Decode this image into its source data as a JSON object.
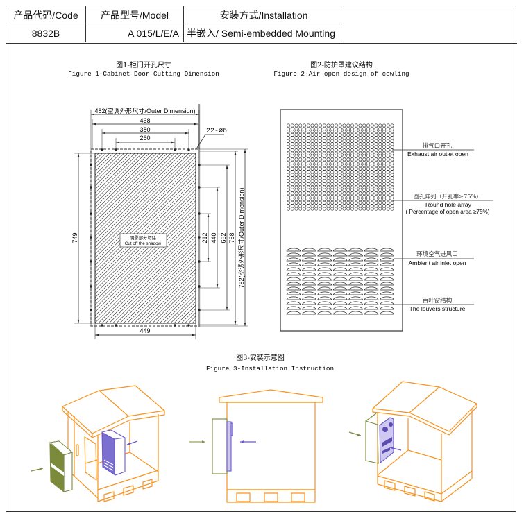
{
  "header": {
    "columns": [
      {
        "label": "产品代码/Code",
        "value": "8832B"
      },
      {
        "label": "产品型号/Model",
        "value": "A 015/L/E/A"
      },
      {
        "label": "安装方式/Installation",
        "value": "半嵌入/ Semi-embedded Mounting"
      }
    ]
  },
  "colors": {
    "house": "#f7931e",
    "unit_green": "#7b8b3b",
    "unit_purple": "#6a5acd",
    "unit_purple_light": "#cfc8f0"
  },
  "figure1": {
    "title_cn": "图1-柜门开孔尺寸",
    "title_en": "Figure 1-Cabinet Door Cutting Dimension",
    "dimensions": {
      "outer_width": "482(空调外形尺寸/Outer Dimension)",
      "width_468": "468",
      "width_380": "380",
      "width_260": "260",
      "holes": "22-⌀6",
      "height_749": "749",
      "height_212": "212",
      "height_440": "440",
      "height_632": "632",
      "height_768": "768",
      "outer_height": "782(空调外形尺寸/Outer Dimension)",
      "width_449": "449"
    },
    "cutout_label_cn": "阴影部分切除",
    "cutout_label_en": "Cut off the shadow"
  },
  "figure2": {
    "title_cn": "图2-防护罩建议结构",
    "title_en": "Figure 2-Air open design of cowling",
    "callouts": {
      "exhaust_cn": "排气口开孔",
      "exhaust_en": "Exhaust air outlet open",
      "round_hole_cn": "圆孔阵列（开孔率≥75%）",
      "round_hole_en": "Round hole array",
      "round_hole_en2": "( Percentage of open area ≥75%)",
      "ambient_cn": "环境空气进风口",
      "ambient_en": "Ambient air inlet open",
      "louver_cn": "百叶窗结构",
      "louver_en": "The louvers structure"
    }
  },
  "figure3": {
    "title_cn": "图3-安装示意图",
    "title_en": "Figure 3-Installation Instruction",
    "views": [
      "left-isometric",
      "side-section",
      "right-isometric"
    ]
  }
}
